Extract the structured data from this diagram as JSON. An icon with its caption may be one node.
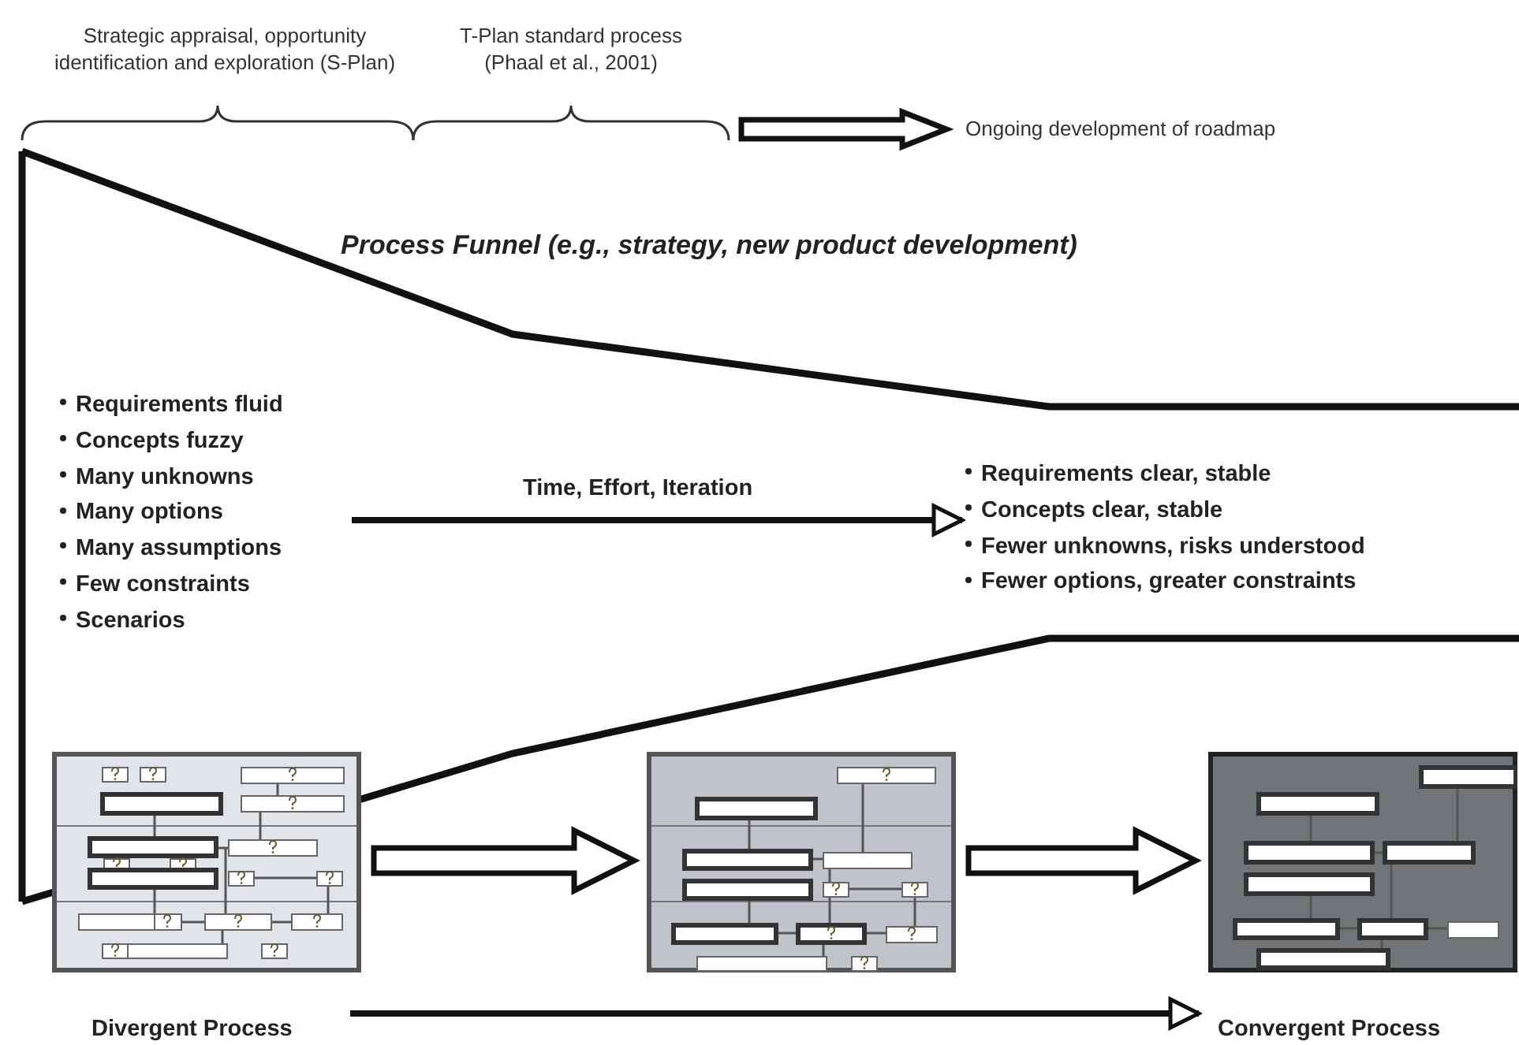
{
  "diagram": {
    "nodes": [
      {
        "text": [
          "Ongoing development of roadmap"
        ]
      },
      {
        "text": [
          "Requirements fluid",
          "Concepts fuzzy",
          "Many unknowns",
          "Many options",
          "Many assumptions",
          "Few constraints",
          "Scenarios"
        ]
      },
      {
        "text": [
          "Requirements clear, stable",
          "Concepts clear, stable",
          "Fewer unknowns, risks understood",
          "Fewer options, greater constraints"
        ]
      },
      {
        "text": [],
        "shape": "picture"
      },
      {
        "text": [],
        "shape": "picture"
      },
      {
        "text": [],
        "shape": "picture"
      },
      {
        "text": [
          "Divergent Process"
        ]
      },
      {
        "text": [
          "Convergent Process"
        ]
      }
    ],
    "edges": [
      {
        "from": null,
        "to": 0,
        "arrow": "to",
        "style": "thick"
      },
      {
        "from": 1,
        "to": 2,
        "arrow": "to",
        "label": "Time, Effort, Iteration"
      },
      {
        "from": 3,
        "to": 4,
        "arrow": "to",
        "style": "thick"
      },
      {
        "from": 4,
        "to": 5,
        "arrow": "to",
        "style": "thick"
      },
      {
        "from": 6,
        "to": 7,
        "arrow": "to"
      }
    ],
    "labels": [
      "Strategic appraisal, opportunity identification and exploration (S-Plan)",
      "T-Plan standard process (Phaal et al., 2001)",
      "Process Funnel (e.g., strategy, new product development)"
    ]
  }
}
